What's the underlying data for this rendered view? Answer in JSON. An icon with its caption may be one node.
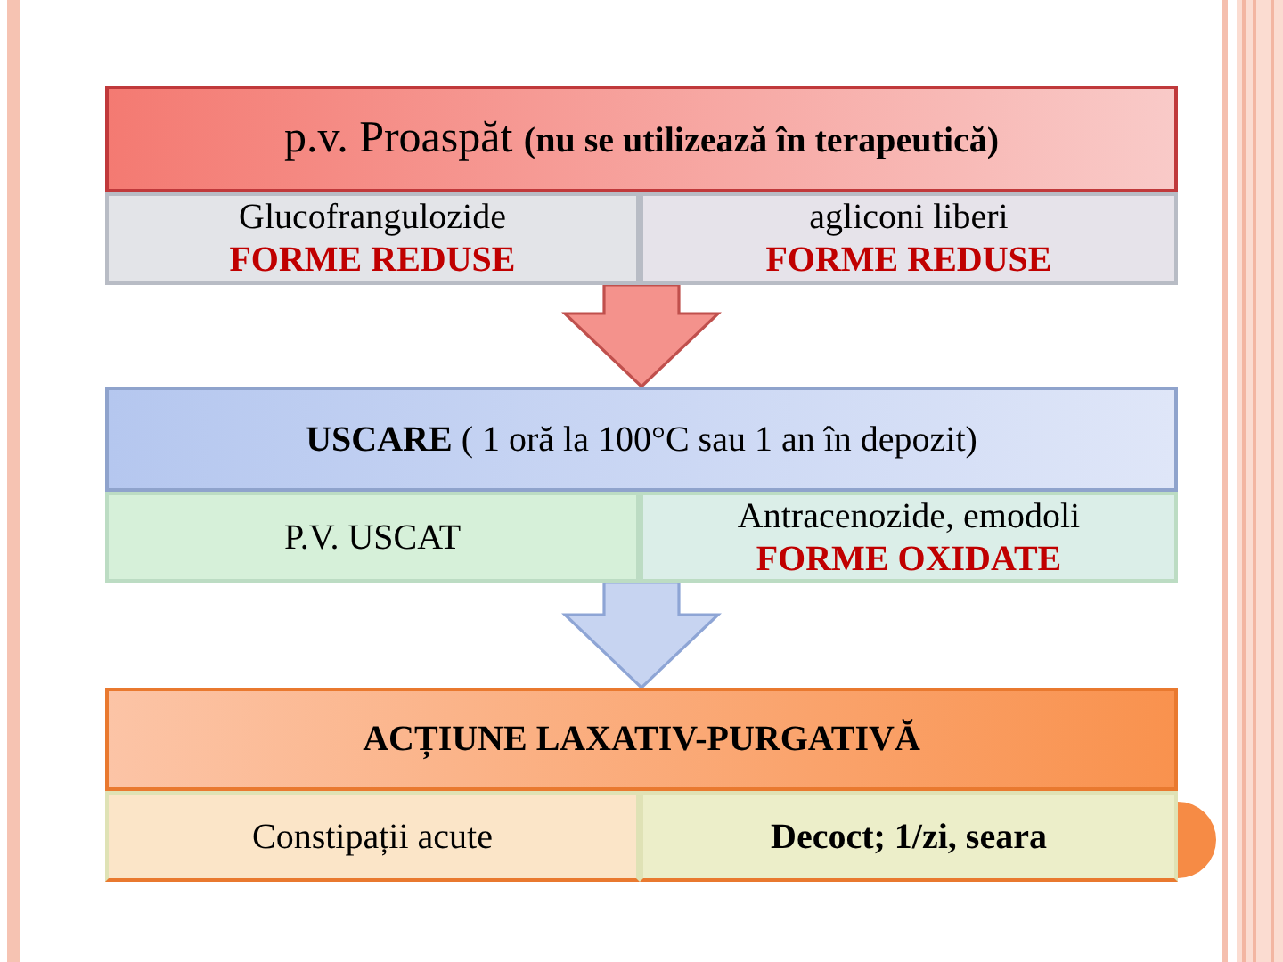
{
  "diagram": {
    "nodes": [
      {
        "text": [
          "p.v. Proaspăt **(nu se utilizează în terapeutică)**"
        ]
      },
      {
        "text": [
          "Glucofrangulozide",
          "FORME REDUSE"
        ]
      },
      {
        "text": [
          "agliconi liberi",
          "FORME REDUSE"
        ]
      },
      {
        "text": [
          "**USCARE** ( 1 oră la 100°C sau 1 an în depozit)"
        ]
      },
      {
        "text": [
          "P.V. USCAT"
        ]
      },
      {
        "text": [
          "Antracenozide, emodoli",
          "FORME OXIDATE"
        ]
      },
      {
        "text": [
          "ACȚIUNE LAXATIV-PURGATIVĂ"
        ]
      },
      {
        "text": [
          "Constipații acute"
        ]
      },
      {
        "text": [
          "Decoct; 1/zi, seara"
        ]
      }
    ],
    "edges": [
      {
        "from": 1,
        "to": 3,
        "arrow": "to"
      },
      {
        "from": 2,
        "to": 3,
        "arrow": "to"
      },
      {
        "from": 4,
        "to": 6,
        "arrow": "to"
      },
      {
        "from": 5,
        "to": 6,
        "arrow": "to"
      }
    ]
  }
}
